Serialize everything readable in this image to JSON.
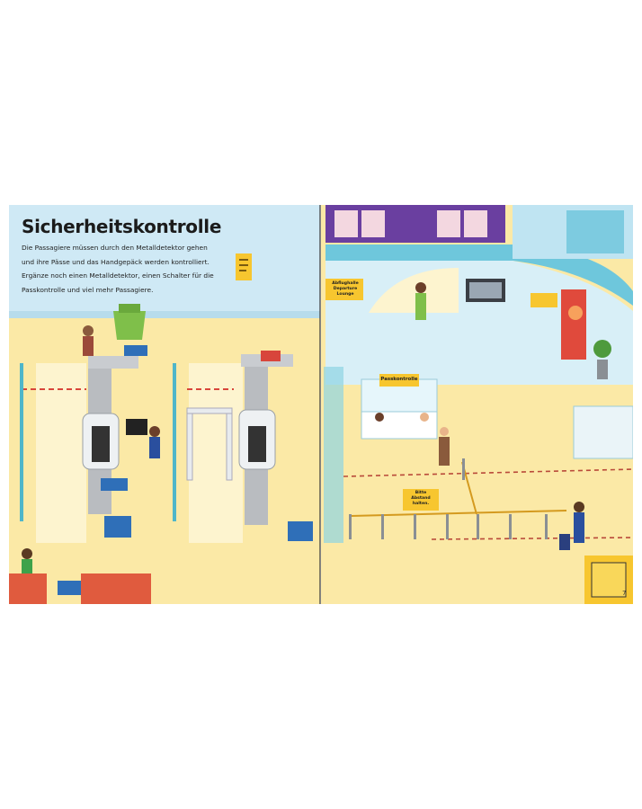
{
  "heading": "Sicherheitskontrolle",
  "intro_lines": [
    "Die Passagiere müssen durch den Metalldetektor gehen",
    "und ihre Pässe und das Handgepäck werden kontrolliert.",
    "Ergänze noch einen Metalldetektor, einen Schalter für die",
    "Passkontrolle und viel mehr Passagiere."
  ],
  "signs": {
    "lounge_line1": "Abflughalle",
    "lounge_line2": "Departure",
    "lounge_line3": "Lounge",
    "passport_desk": "Passkontrolle",
    "keep_distance_line1": "Bitte",
    "keep_distance_line2": "Abstand",
    "keep_distance_line3": "halten."
  },
  "page_number": "7",
  "colors": {
    "wall_blue": "#cfe9f5",
    "floor_yellow": "#fbe9a6",
    "cream": "#fdf4cf",
    "belt_grey": "#b9bcc0",
    "basket_blue": "#2f6fb8",
    "queue_red": "#d8453b",
    "sign_yellow": "#f7c62f",
    "teal_glass": "#4fb6c9"
  }
}
